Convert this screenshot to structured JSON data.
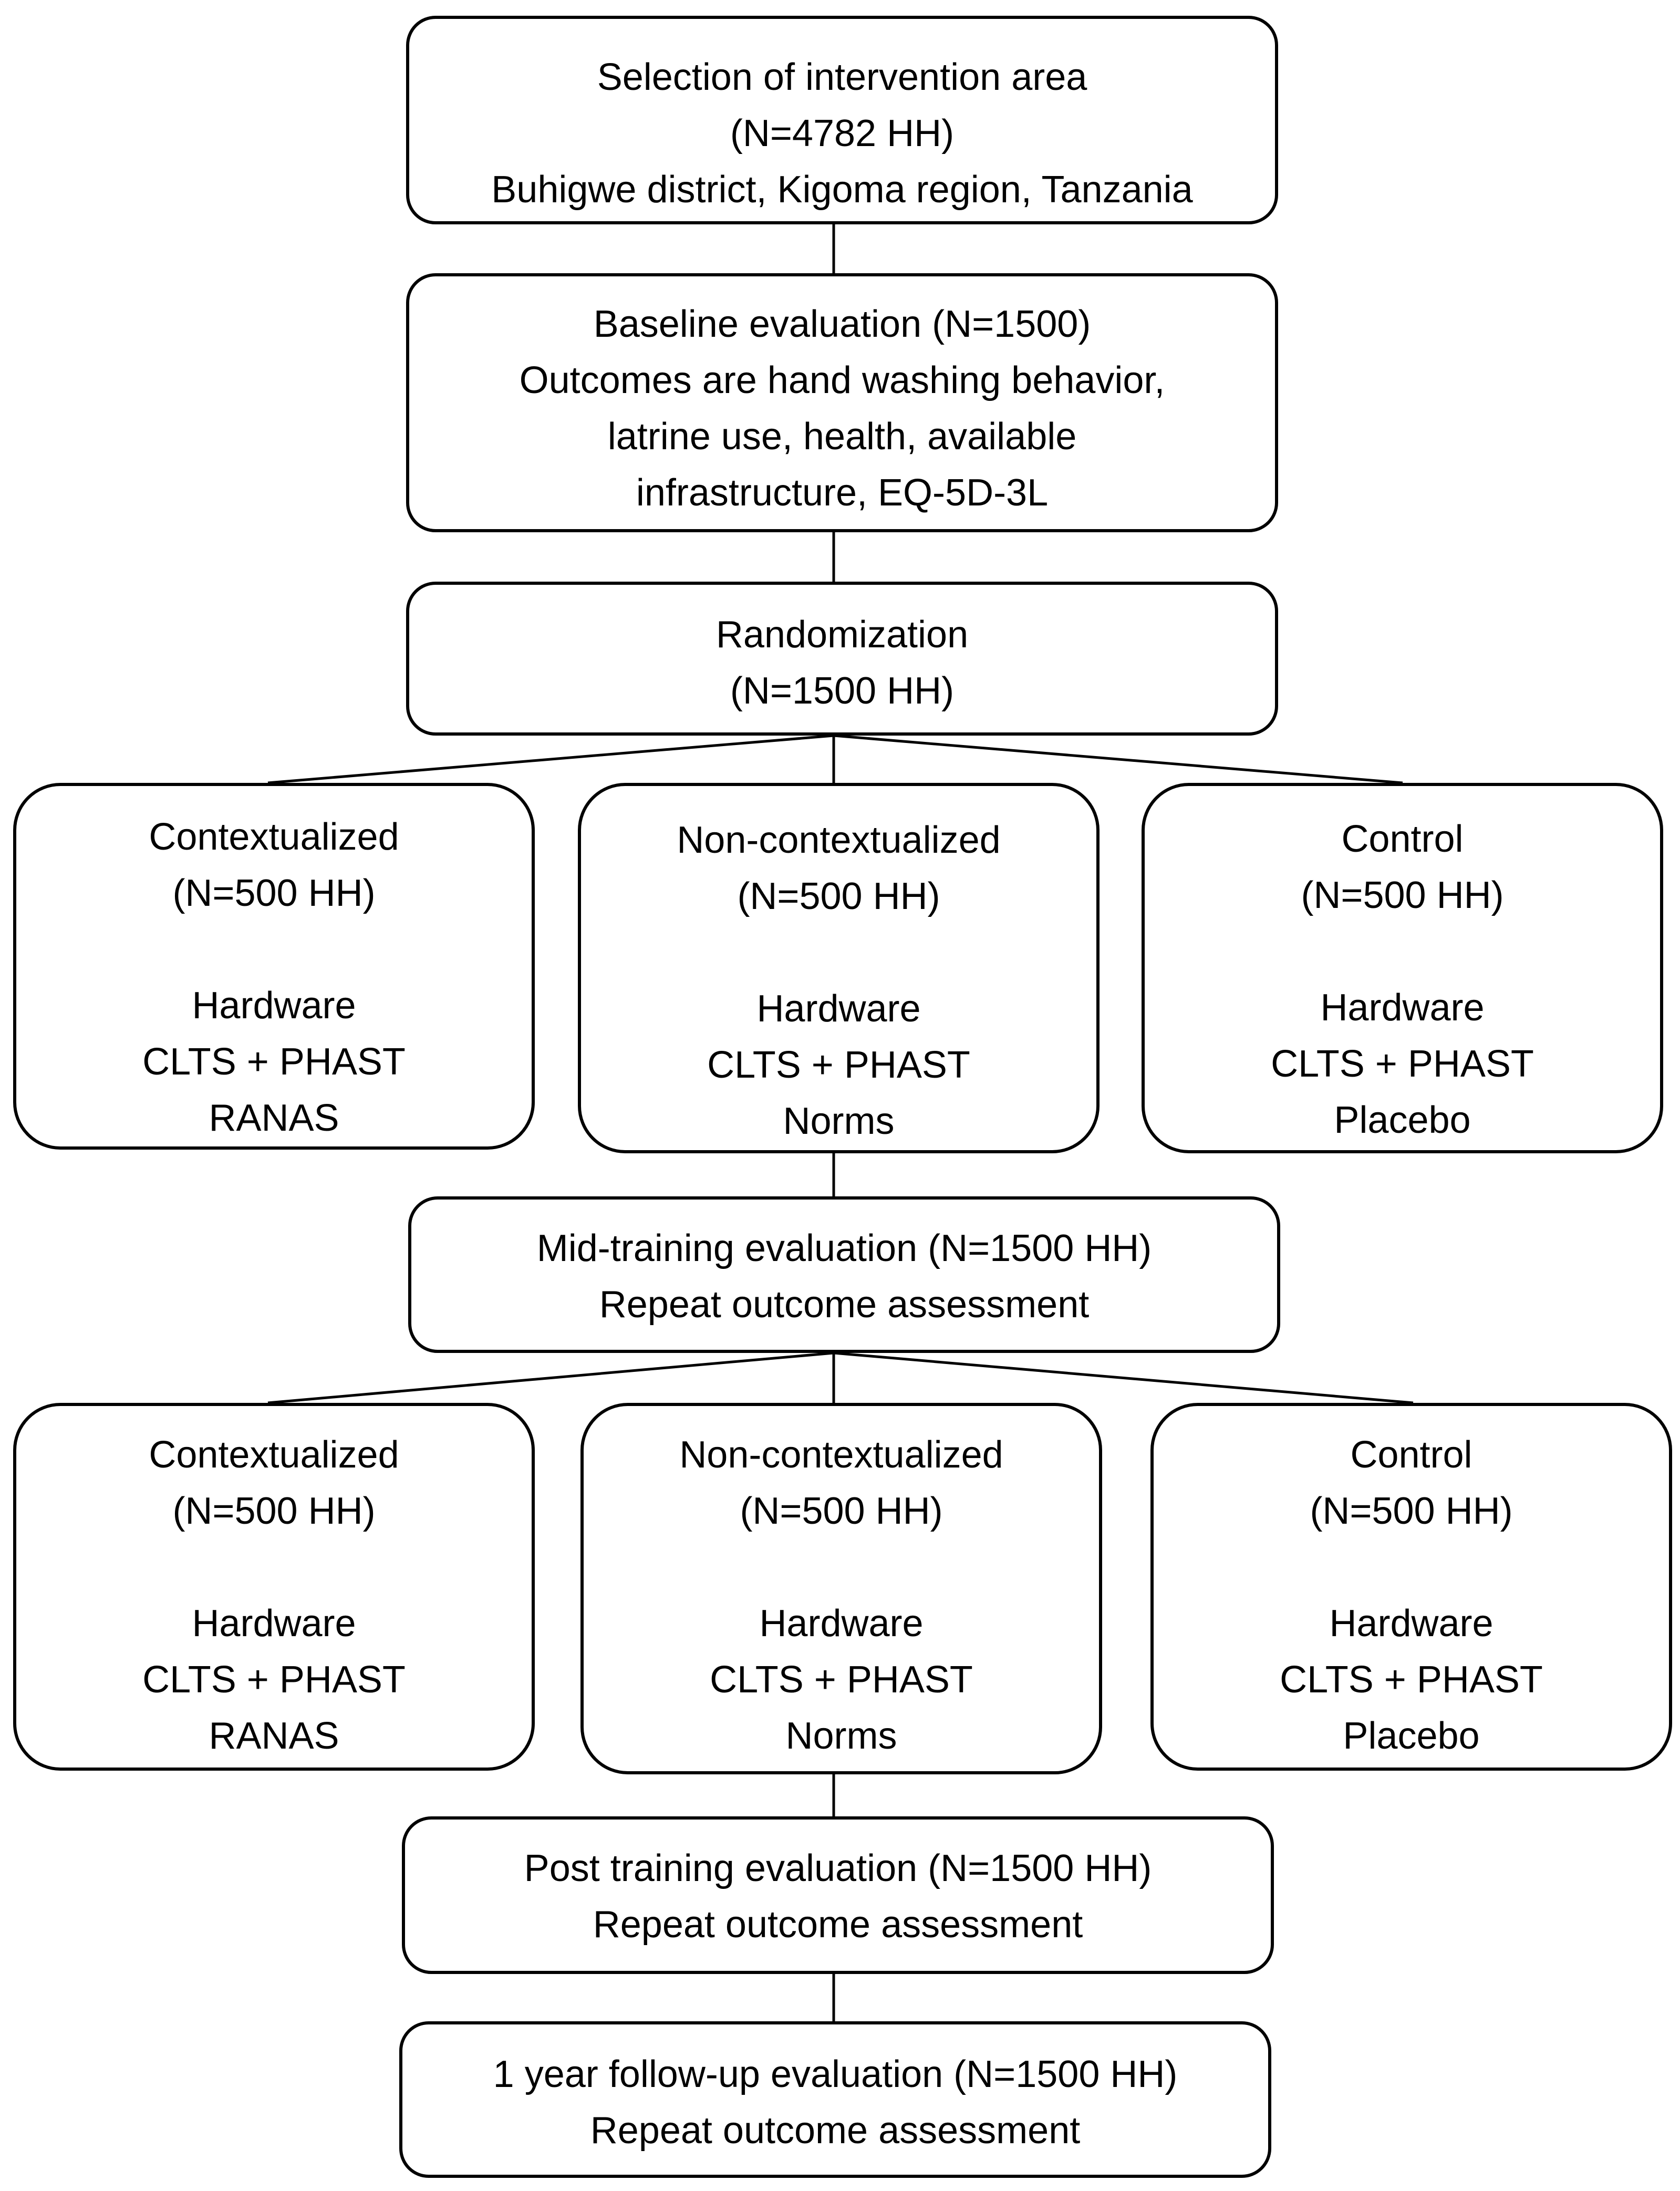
{
  "selection": {
    "lines": [
      "Selection of intervention area",
      "(N=4782 HH)",
      "Buhigwe district, Kigoma region, Tanzania"
    ]
  },
  "baseline": {
    "lines": [
      "Baseline evaluation (N=1500)",
      "Outcomes are hand washing behavior,",
      "latrine use, health, available",
      "infrastructure, EQ-5D-3L"
    ]
  },
  "randomization": {
    "lines": [
      "Randomization",
      "(N=1500 HH)"
    ]
  },
  "arms_phase1": [
    {
      "title": "Contextualized",
      "n": "(N=500 HH)",
      "items": [
        "Hardware",
        "CLTS + PHAST",
        "RANAS"
      ]
    },
    {
      "title": "Non-contextualized",
      "n": "(N=500 HH)",
      "items": [
        "Hardware",
        "CLTS + PHAST",
        "Norms"
      ]
    },
    {
      "title": "Control",
      "n": "(N=500 HH)",
      "items": [
        "Hardware",
        "CLTS + PHAST",
        "Placebo"
      ]
    }
  ],
  "mid_training": {
    "lines": [
      "Mid-training evaluation (N=1500 HH)",
      "Repeat outcome assessment"
    ]
  },
  "arms_phase2": [
    {
      "title": "Contextualized",
      "n": "(N=500 HH)",
      "items": [
        "Hardware",
        "CLTS + PHAST",
        "RANAS"
      ]
    },
    {
      "title": "Non-contextualized",
      "n": "(N=500 HH)",
      "items": [
        "Hardware",
        "CLTS + PHAST",
        "Norms"
      ]
    },
    {
      "title": "Control",
      "n": "(N=500 HH)",
      "items": [
        "Hardware",
        "CLTS + PHAST",
        "Placebo"
      ]
    }
  ],
  "post_training": {
    "lines": [
      "Post training evaluation (N=1500 HH)",
      "Repeat outcome assessment"
    ]
  },
  "follow_up": {
    "lines": [
      "1 year follow-up evaluation (N=1500 HH)",
      "Repeat outcome assessment"
    ]
  }
}
